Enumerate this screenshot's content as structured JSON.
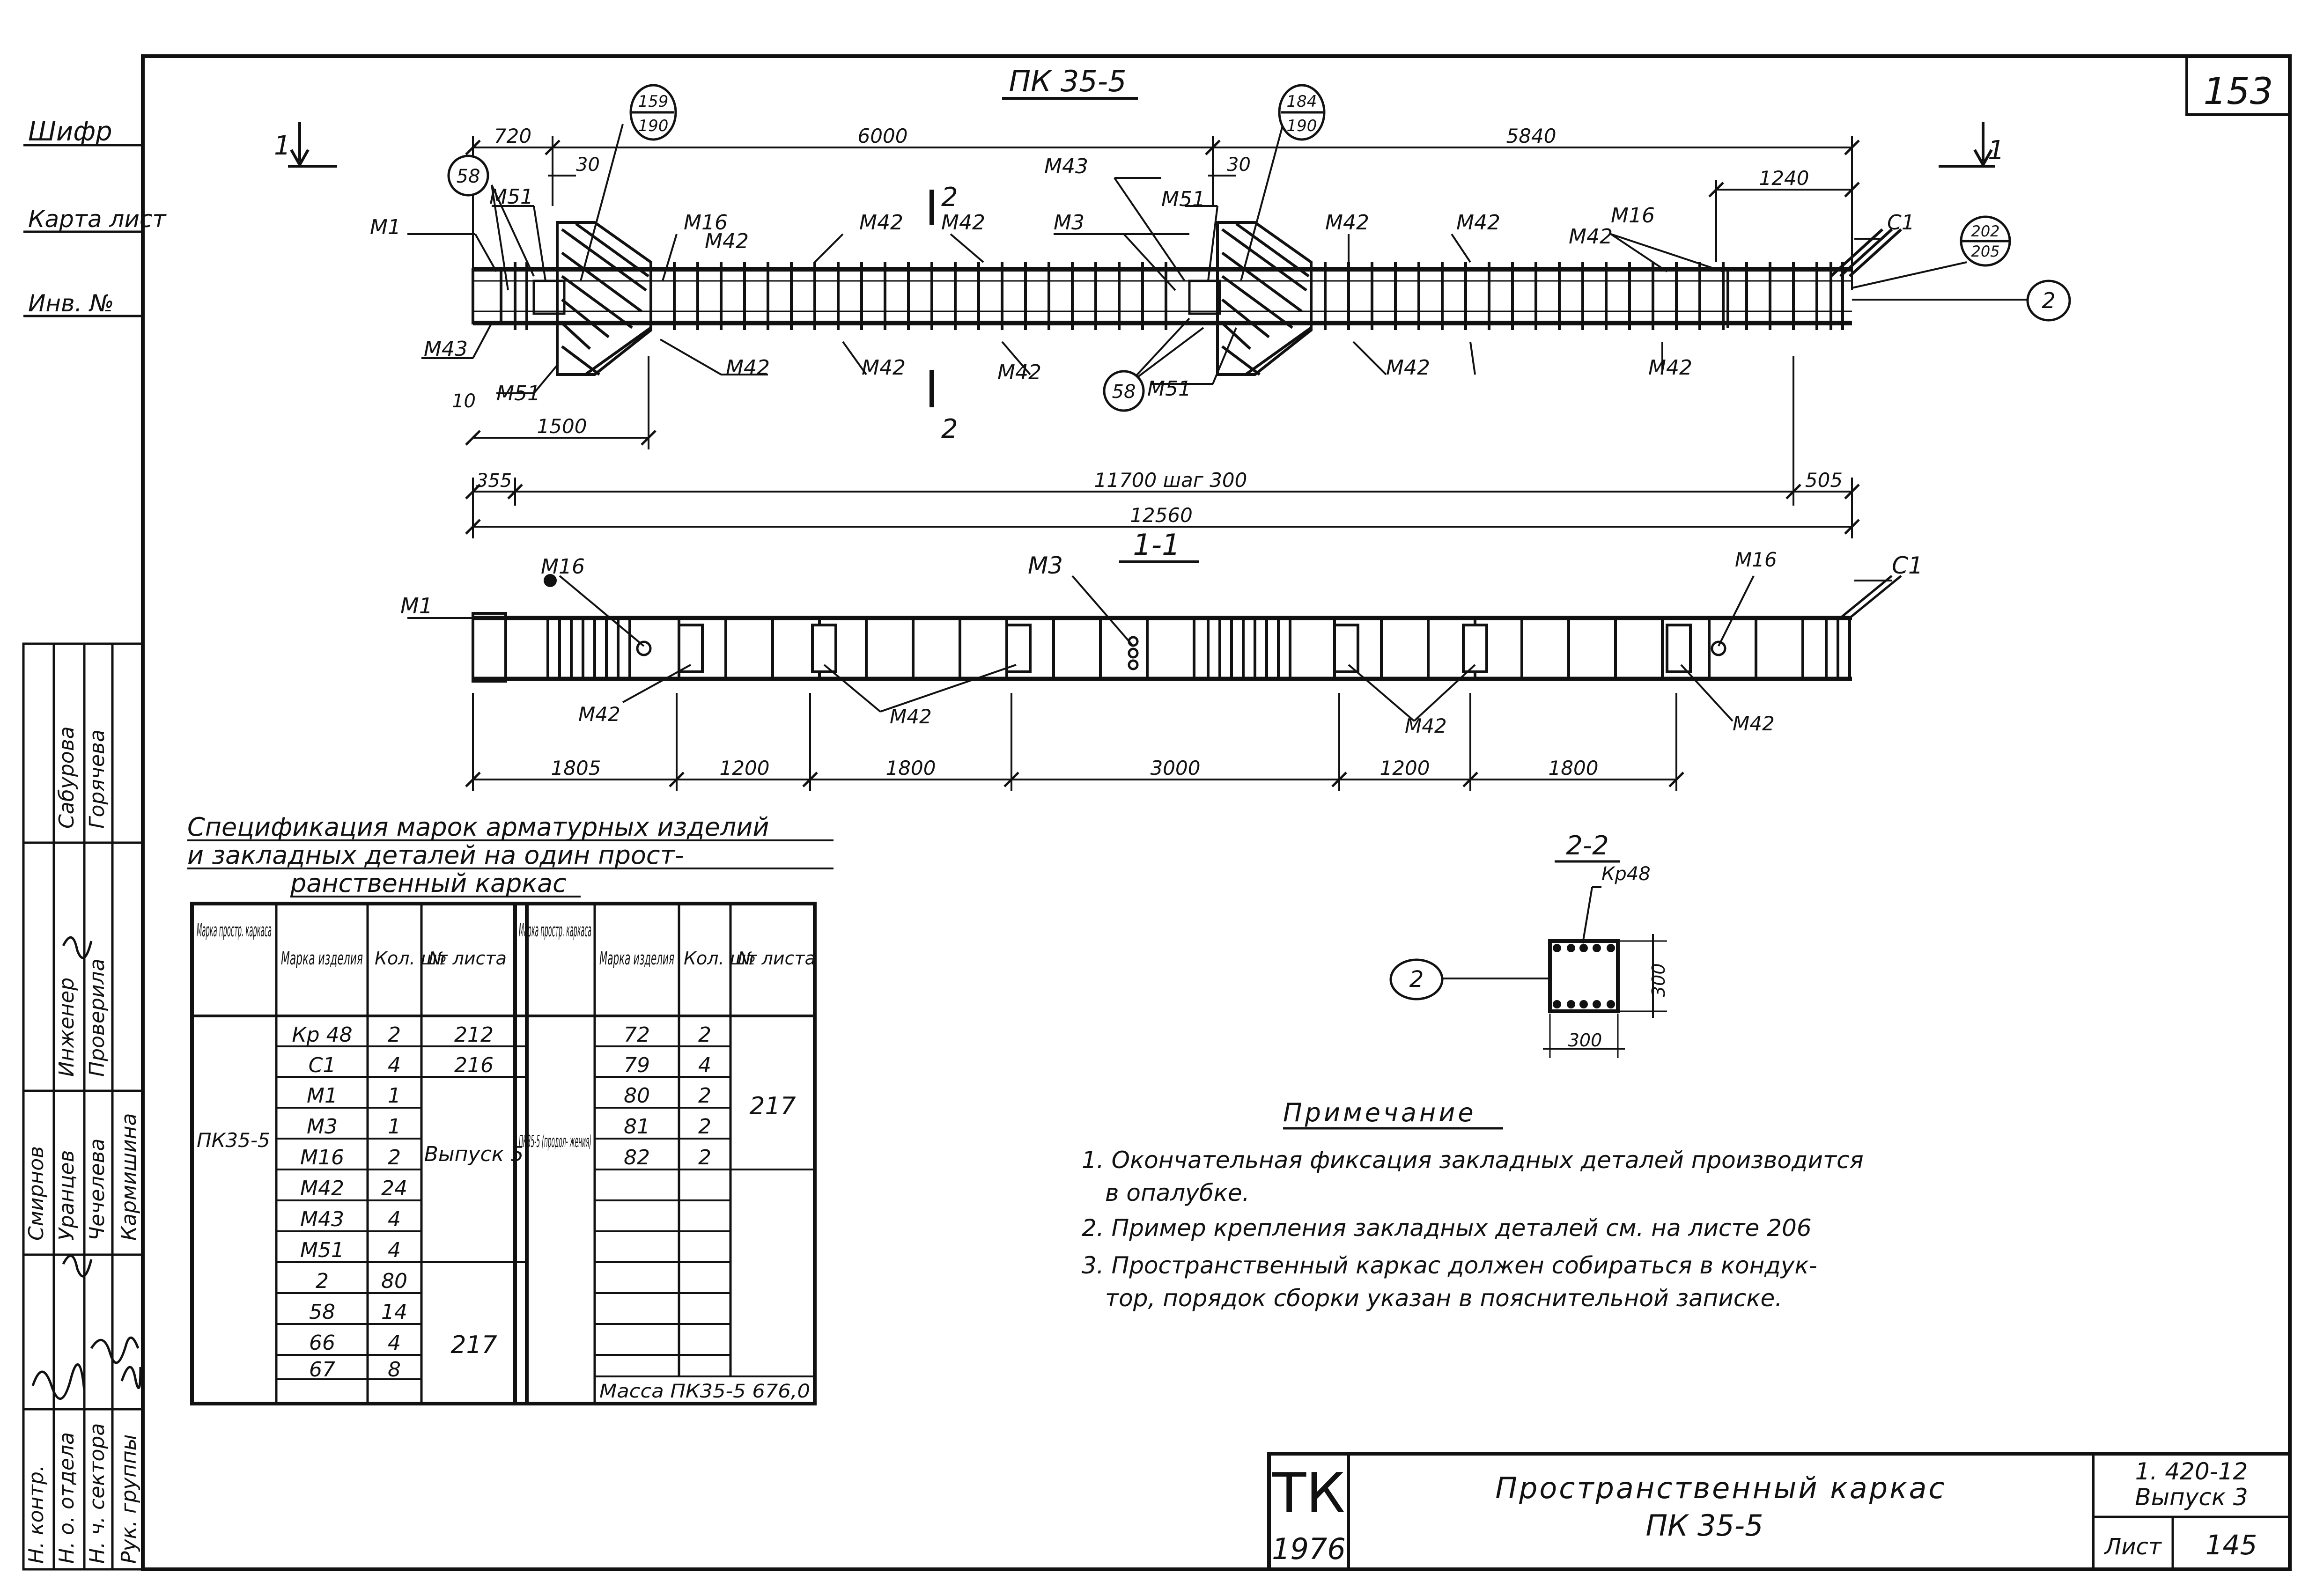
{
  "sheet": {
    "page_number": "153",
    "drawing_title": "ПК 35-5",
    "section_1_label": "1-1",
    "section_2_label": "2-2",
    "cut_1": "1",
    "cut_2": "2"
  },
  "left_stamp": {
    "row1": "Шифр",
    "row2": "Карта лист",
    "row3": "Инв. №"
  },
  "plan": {
    "dims_top": [
      "720",
      "6000",
      "5840",
      "1240"
    ],
    "dims_small": [
      "30",
      "30",
      "10"
    ],
    "dim_1500": "1500",
    "dim_355": "355",
    "dim_11700": "11700  шаг 300",
    "dim_505": "505",
    "dim_total": "12560",
    "labels": {
      "m1": "М1",
      "m51a": "М51",
      "m51b": "М51",
      "m51c": "М51",
      "m51d": "М51",
      "m43a": "М43",
      "m43b": "М43",
      "m3": "М3",
      "m16a": "М16",
      "m16b": "М16",
      "m42": "М42",
      "c1": "С1"
    },
    "circles": {
      "c58a": "58",
      "c58b": "58",
      "c159": "159",
      "c190a": "190",
      "c184": "184",
      "c190b": "190",
      "c202": "202",
      "c205": "205",
      "pos2": "2"
    }
  },
  "section11": {
    "labels": {
      "m16a": "М16",
      "m16b": "М16",
      "m3": "М3",
      "m1": "М1",
      "c1": "С1",
      "m42": "М42"
    },
    "dims": [
      "1805",
      "1200",
      "1800",
      "3000",
      "1200",
      "1800"
    ]
  },
  "section22": {
    "label_kr": "Кр48",
    "dim_v": "300",
    "dim_h": "300",
    "pos": "2"
  },
  "spec": {
    "title_lines": [
      "Спецификация   марок арматурных изделий",
      "и закладных   деталей  на один прост-",
      "ранственный каркас"
    ],
    "headers": [
      "Марка простр. каркаса",
      "Марка изделия",
      "Кол. шт",
      "№ листа"
    ],
    "frame_mark": "ПК35-5",
    "rows_left": [
      [
        "Кр 48",
        "2",
        "212"
      ],
      [
        "С1",
        "4",
        "216"
      ],
      [
        "М1",
        "1",
        ""
      ],
      [
        "М3",
        "1",
        ""
      ],
      [
        "М16",
        "2",
        ""
      ],
      [
        "М42",
        "24",
        ""
      ],
      [
        "М43",
        "4",
        ""
      ],
      [
        "М51",
        "4",
        ""
      ],
      [
        "2",
        "80",
        ""
      ],
      [
        "58",
        "14",
        ""
      ],
      [
        "66",
        "4",
        ""
      ],
      [
        "67",
        "8",
        ""
      ]
    ],
    "merged_vypusk": "Выпуск 5",
    "merged_217a": "217",
    "frame_mark_right": "ПК35-5 (продол- жения)",
    "rows_right": [
      [
        "72",
        "2"
      ],
      [
        "79",
        "4"
      ],
      [
        "80",
        "2"
      ],
      [
        "81",
        "2"
      ],
      [
        "82",
        "2"
      ]
    ],
    "merged_217b": "217",
    "mass": "Масса ПК35-5   676,0"
  },
  "notes": {
    "heading": "Примечание",
    "lines": [
      "1. Окончательная фиксация закладных деталей производится",
      "в опалубке.",
      "2. Пример крепления   закладных деталей см. на листе 206",
      "3. Пространственный каркас должен собираться в кондук-",
      "тор, порядок сборки указан в пояснительной записке."
    ]
  },
  "title_block": {
    "org": "ТК",
    "year": "1976",
    "title_line1": "Пространственный  каркас",
    "title_line2": "ПК 35-5",
    "series": "1. 420-12",
    "issue": "Выпуск 3",
    "sheet_label": "Лист",
    "sheet_no": "145"
  },
  "side_stamp": {
    "roles": [
      "Н. контр.",
      "Н. о. отдела",
      "Н. ч. сектора",
      "Рук. группы"
    ],
    "names": [
      "Смирнов",
      "Уранцев",
      "Чечелева",
      "Кармишина"
    ],
    "roles2": [
      "Инженер",
      "Проверила"
    ],
    "names2": [
      "Сабурова",
      "Горячева"
    ]
  }
}
